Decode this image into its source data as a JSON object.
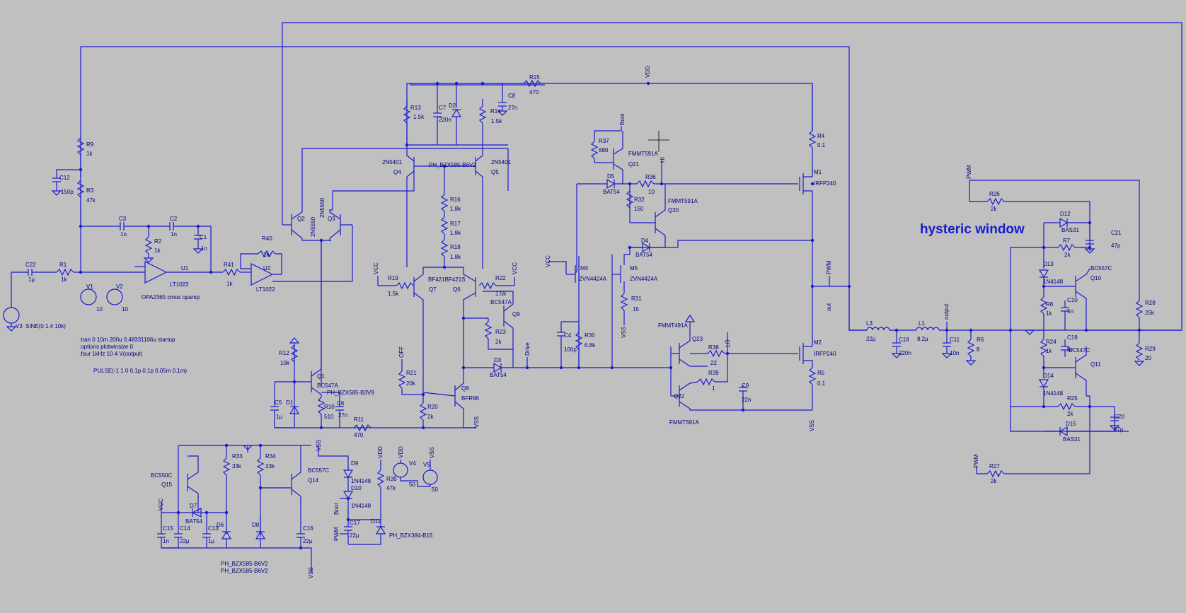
{
  "title": "hysteric window",
  "spice": {
    "line1": ".tran 0 10m 200u 0.48331106u startup",
    "line2": ".options plotwinsize 0",
    "line3": ".four 1kHz 10 4 V(output)",
    "pulse": "PULSE(-1 1 0 0.1p 0.1p 0.05m 0.1m)"
  },
  "opamp_note": "OPA2365 cmos opamp",
  "sources": {
    "V3": "SINE(0 1.4 10k)",
    "V1_val": "10",
    "V2_val": "10",
    "V4_val": "50",
    "V5_val": "50"
  },
  "nets": [
    "VDD",
    "VCC",
    "VSS",
    "PWM",
    "out",
    "output",
    "Drive",
    "Boot",
    "HI",
    "LO",
    "OFF"
  ],
  "labels": {
    "R1": "R1",
    "R1v": "1k",
    "C22": "C22",
    "C22v": "1µ",
    "R3": "R3",
    "R3v": "47k",
    "R9": "R9",
    "R9v": "1k",
    "C12": "C12",
    "C12v": "150p",
    "C3": "C3",
    "C3v": "1n",
    "C2": "C2",
    "C2v": "1n",
    "R2": "R2",
    "R2v": "1k",
    "C1": "C1",
    "C1v": "1n",
    "U1": "U1",
    "U1v": "LT1022",
    "R41": "R41",
    "R41v": "1k",
    "R40": "R40",
    "R40v": "1k",
    "U2": "U2",
    "U2v": "LT1022",
    "Q2": "Q2",
    "Q3": "Q3",
    "Q2v": "2N5550",
    "Q3v": "2N5550",
    "R13": "R13",
    "R13v": "1.5k",
    "C7": "C7",
    "C7v": "220n",
    "D2": "D2",
    "R14": "R14",
    "R14v": "1.5k",
    "C8": "C8",
    "C8v": "27n",
    "R15": "R15",
    "R15v": "470",
    "Q4": "Q4",
    "Q5": "Q5",
    "Q4v": "2N5401",
    "Q5v": "2N5401",
    "D2v": "PH_BZX585-B6V2",
    "R16": "R16",
    "R16v": "1.8k",
    "R17": "R17",
    "R17v": "1.8k",
    "R18": "R18",
    "R18v": "1.8k",
    "R19": "R19",
    "R19v": "1.5k",
    "R22": "R22",
    "R22v": "1.5k",
    "Q7": "Q7",
    "Q6": "Q6",
    "Q67v": "BF421BF421S",
    "Q9": "Q9",
    "Q9v": "BC547A",
    "R23": "R23",
    "R23v": "2k",
    "D3": "D3",
    "D3v": "BAT54",
    "R21": "R21",
    "R21v": "20k",
    "Q8": "Q8",
    "Q8v": "BFR96",
    "R20": "R20",
    "R20v": "2k",
    "Q1": "Q1",
    "Q1v": "BC547A",
    "R12": "R12",
    "R12v": "10k",
    "C5": "C5",
    "C5v": "1µ",
    "D1": "D1",
    "D1v": "PH_BZX585-B3V9",
    "R10": "R10",
    "R10v": "510",
    "C6": "C6",
    "C6v": "27n",
    "R11": "R11",
    "R11v": "470",
    "R37": "R37",
    "R37v": "680",
    "Q21": "Q21",
    "Q21v": "FMMT591A",
    "D5": "D5",
    "D5v": "BAT54",
    "R36": "R36",
    "R36v": "10",
    "R32": "R32",
    "R32v": "150",
    "Q20": "Q20",
    "Q20v": "FMMT591A",
    "D4": "D4",
    "D4v": "BAT54",
    "M4": "M4",
    "M4v": "ZVN4424A",
    "M5": "M5",
    "M5v": "ZVN4424A",
    "R31": "R31",
    "R31v": "15",
    "C4": "C4",
    "C4v": "100p",
    "R30": "R30",
    "R30v": "6.8k",
    "Q23": "Q23",
    "Q23v": "FMMT491A",
    "R38": "R38",
    "R38v": "22",
    "R39": "R39",
    "R39v": "1",
    "Q22": "Q22",
    "Q22v": "FMMT591A",
    "C9": "C9",
    "C9v": "22n",
    "R4": "R4",
    "R4v": "0.1",
    "M1": "M1",
    "M1v": "IRFP240",
    "M2": "M2",
    "M2v": "IRFP240",
    "R5": "R5",
    "R5v": "0.1",
    "L3": "L3",
    "L3v": "22µ",
    "C18": "C18",
    "C18v": "220n",
    "L1": "L1",
    "L1v": "8.2µ",
    "C11": "C11",
    "C11v": "10n",
    "R6": "R6",
    "R6v": "8",
    "R26": "R26",
    "R26v": "2k",
    "D12": "D12",
    "D12v": "BAS31",
    "C21": "C21",
    "C21v": "47p",
    "R7": "R7",
    "R7v": "2k",
    "D13": "D13",
    "D13v": "1N4148",
    "Q10": "Q10",
    "Q10v": "BC557C",
    "R8": "R8",
    "R8v": "1k",
    "C10": "C10",
    "C10v": "5n",
    "R24": "R24",
    "R24v": "1k",
    "C19": "C19",
    "C19v": "5n",
    "Q11": "Q11",
    "Q11v": "BC547C",
    "D14": "D14",
    "D14v": "1N4148",
    "R25": "R25",
    "R25v": "2k",
    "D15": "D15",
    "D15v": "BAS31",
    "C20": "C20",
    "C20v": "47p",
    "R27": "R27",
    "R27v": "2k",
    "R28": "R28",
    "R28v": "25k",
    "R29": "R29",
    "R29v": "20",
    "Q15": "Q15",
    "Q15v": "BC550C",
    "R33": "R33",
    "R33v": "33k",
    "R34": "R34",
    "R34v": "33k",
    "Q14": "Q14",
    "Q14v": "BC557C",
    "D7": "D7",
    "D7v": "BAT54",
    "D6": "D6",
    "D8": "D8",
    "C15": "C15",
    "C15v": "1n",
    "C14": "C14",
    "C14v": "22µ",
    "C13": "C13",
    "C13v": "1µ",
    "C16": "C16",
    "C16v": "22µ",
    "D68v1": "PH_BZX585-B6V2",
    "D68v2": "PH_BZX585-B6V2",
    "D9": "D9",
    "D9v": "1N4148",
    "D10": "D10",
    "D10v": "1N4148",
    "C17": "C17",
    "C17v": "22µ",
    "D11": "D11",
    "D11v": "PH_BZX384-B15",
    "R35": "R35",
    "R35v": "47k",
    "V1": "V1",
    "V2": "V2",
    "V3": "V3",
    "V4": "V4",
    "V5": "V5"
  }
}
